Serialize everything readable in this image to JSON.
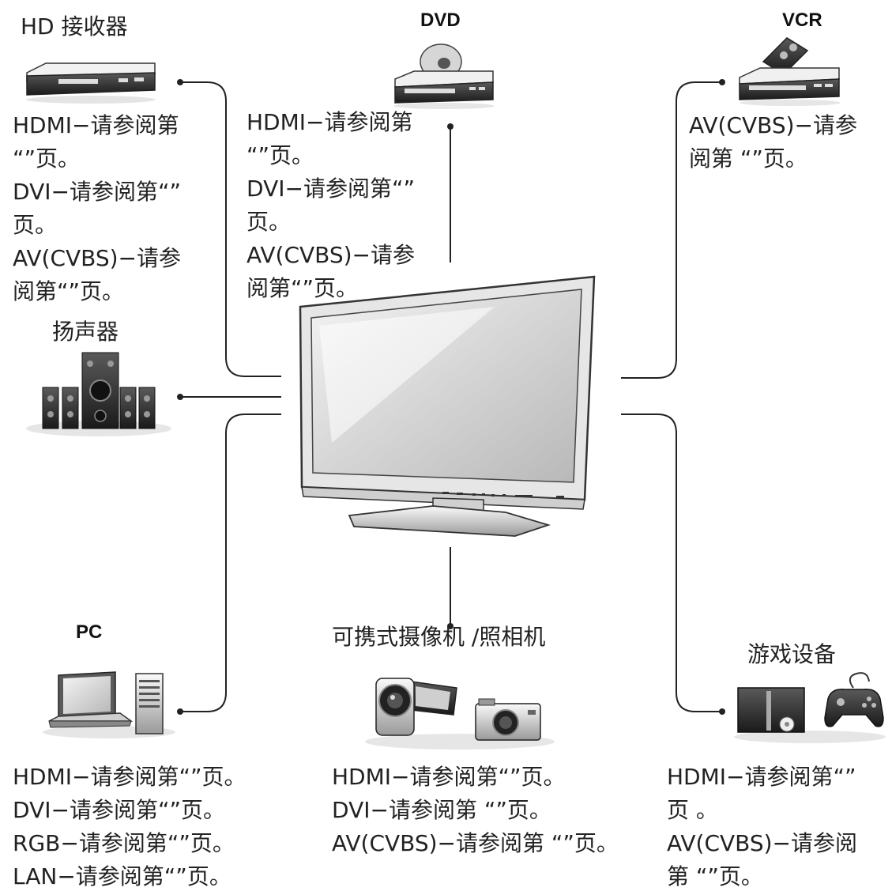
{
  "center": {
    "name": ""
  },
  "hd_receiver": {
    "title": "HD 接收器",
    "lines": [
      "HDMI−请参阅第",
      "“”页。",
      "DVI−请参阅第“”",
      "页。",
      "AV(CVBS)−请参",
      "阅第“”页。"
    ]
  },
  "speaker": {
    "title": "扬声器"
  },
  "dvd": {
    "title": "DVD",
    "lines": [
      "HDMI−请参阅第",
      "“”页。",
      "DVI−请参阅第“”",
      "页。",
      "AV(CVBS)−请参",
      "阅第“”页。"
    ]
  },
  "vcr": {
    "title": "VCR",
    "lines": [
      "AV(CVBS)−请参",
      "阅第 “”页。"
    ]
  },
  "pc": {
    "title": "PC",
    "lines": [
      "HDMI−请参阅第“”页。",
      "DVI−请参阅第“”页。",
      "RGB−请参阅第“”页。",
      "LAN−请参阅第“”页。"
    ]
  },
  "camera": {
    "title": "可携式摄像机 /照相机",
    "lines": [
      "HDMI−请参阅第“”页。",
      "DVI−请参阅第 “”页。",
      "AV(CVBS)−请参阅第 “”页。"
    ]
  },
  "game": {
    "title": "游戏设备",
    "lines": [
      "HDMI−请参阅第“”",
      "页 。",
      "AV(CVBS)−请参阅",
      "第 “”页。"
    ]
  }
}
